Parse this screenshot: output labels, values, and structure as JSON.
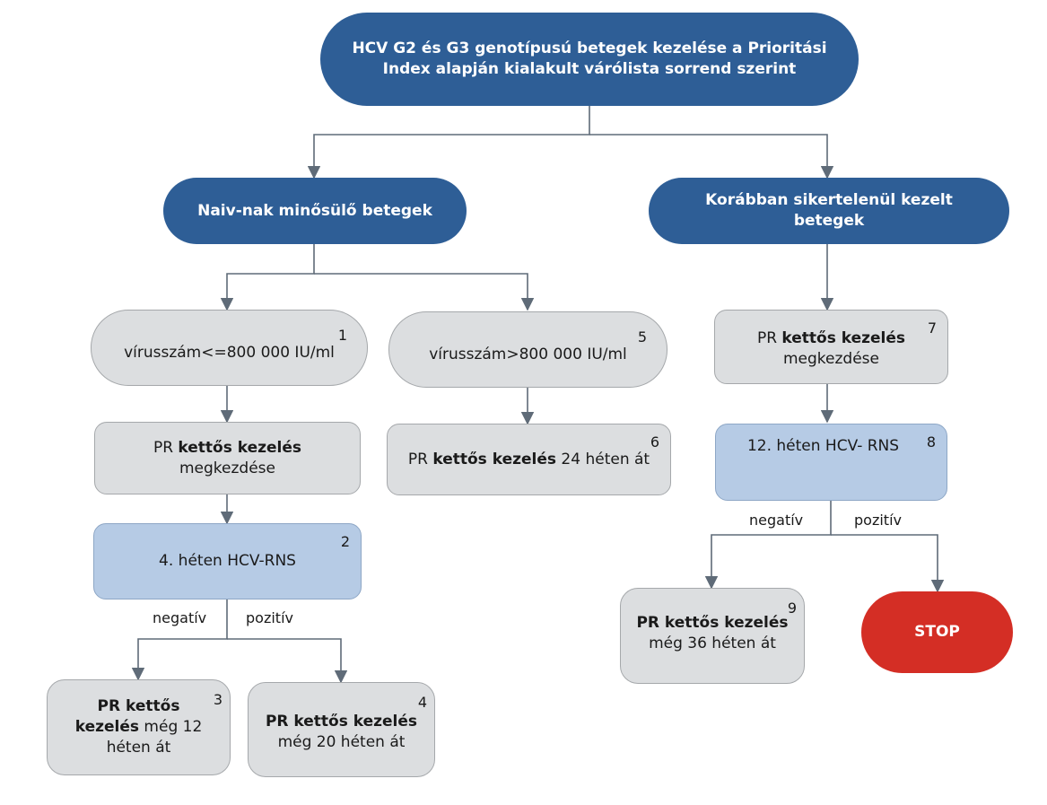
{
  "colors": {
    "header": "#2e5e96",
    "step": "#dcdee0",
    "check": "#b6cbe5",
    "stop": "#d42e25",
    "connector": "#5f6b78"
  },
  "root": {
    "title": "HCV G2 és G3 genotípusú betegek kezelése a Prioritási Index alapján kialakult várólista sorrend szerint"
  },
  "naive": {
    "title": "Naiv-nak minősülő betegek"
  },
  "previous": {
    "title": "Korábban sikertelenül kezelt betegek"
  },
  "nodes": {
    "n1": {
      "num": "1",
      "text": "vírusszám<=800 000 IU/ml"
    },
    "n5": {
      "num": "5",
      "text": "vírusszám>800 000 IU/ml"
    },
    "n_start_left": {
      "pre": "PR ",
      "bold": "kettős kezelés",
      "line2": "megkezdése"
    },
    "n6": {
      "num": "6",
      "pre": "PR ",
      "bold": "kettős kezelés",
      "post": " 24 héten át"
    },
    "n2": {
      "num": "2",
      "text": "4. héten HCV-RNS"
    },
    "n3": {
      "num": "3",
      "bold1": "PR kettős",
      "bold2": "kezelés",
      "post": " még 12",
      "line3": "héten át"
    },
    "n4": {
      "num": "4",
      "bold": "PR kettős kezelés",
      "line2": "még 20 héten át"
    },
    "n7": {
      "num": "7",
      "pre": "PR ",
      "bold": "kettős kezelés",
      "line2": "megkezdése"
    },
    "n8": {
      "num": "8",
      "text": "12. héten HCV- RNS"
    },
    "n9": {
      "num": "9",
      "bold": "PR kettős kezelés",
      "line2": "még 36 héten át"
    },
    "stop": {
      "text": "STOP"
    }
  },
  "branches": {
    "left_negative": "negatív",
    "left_positive": "pozitív",
    "right_negative": "negatív",
    "right_positive": "pozitív"
  }
}
